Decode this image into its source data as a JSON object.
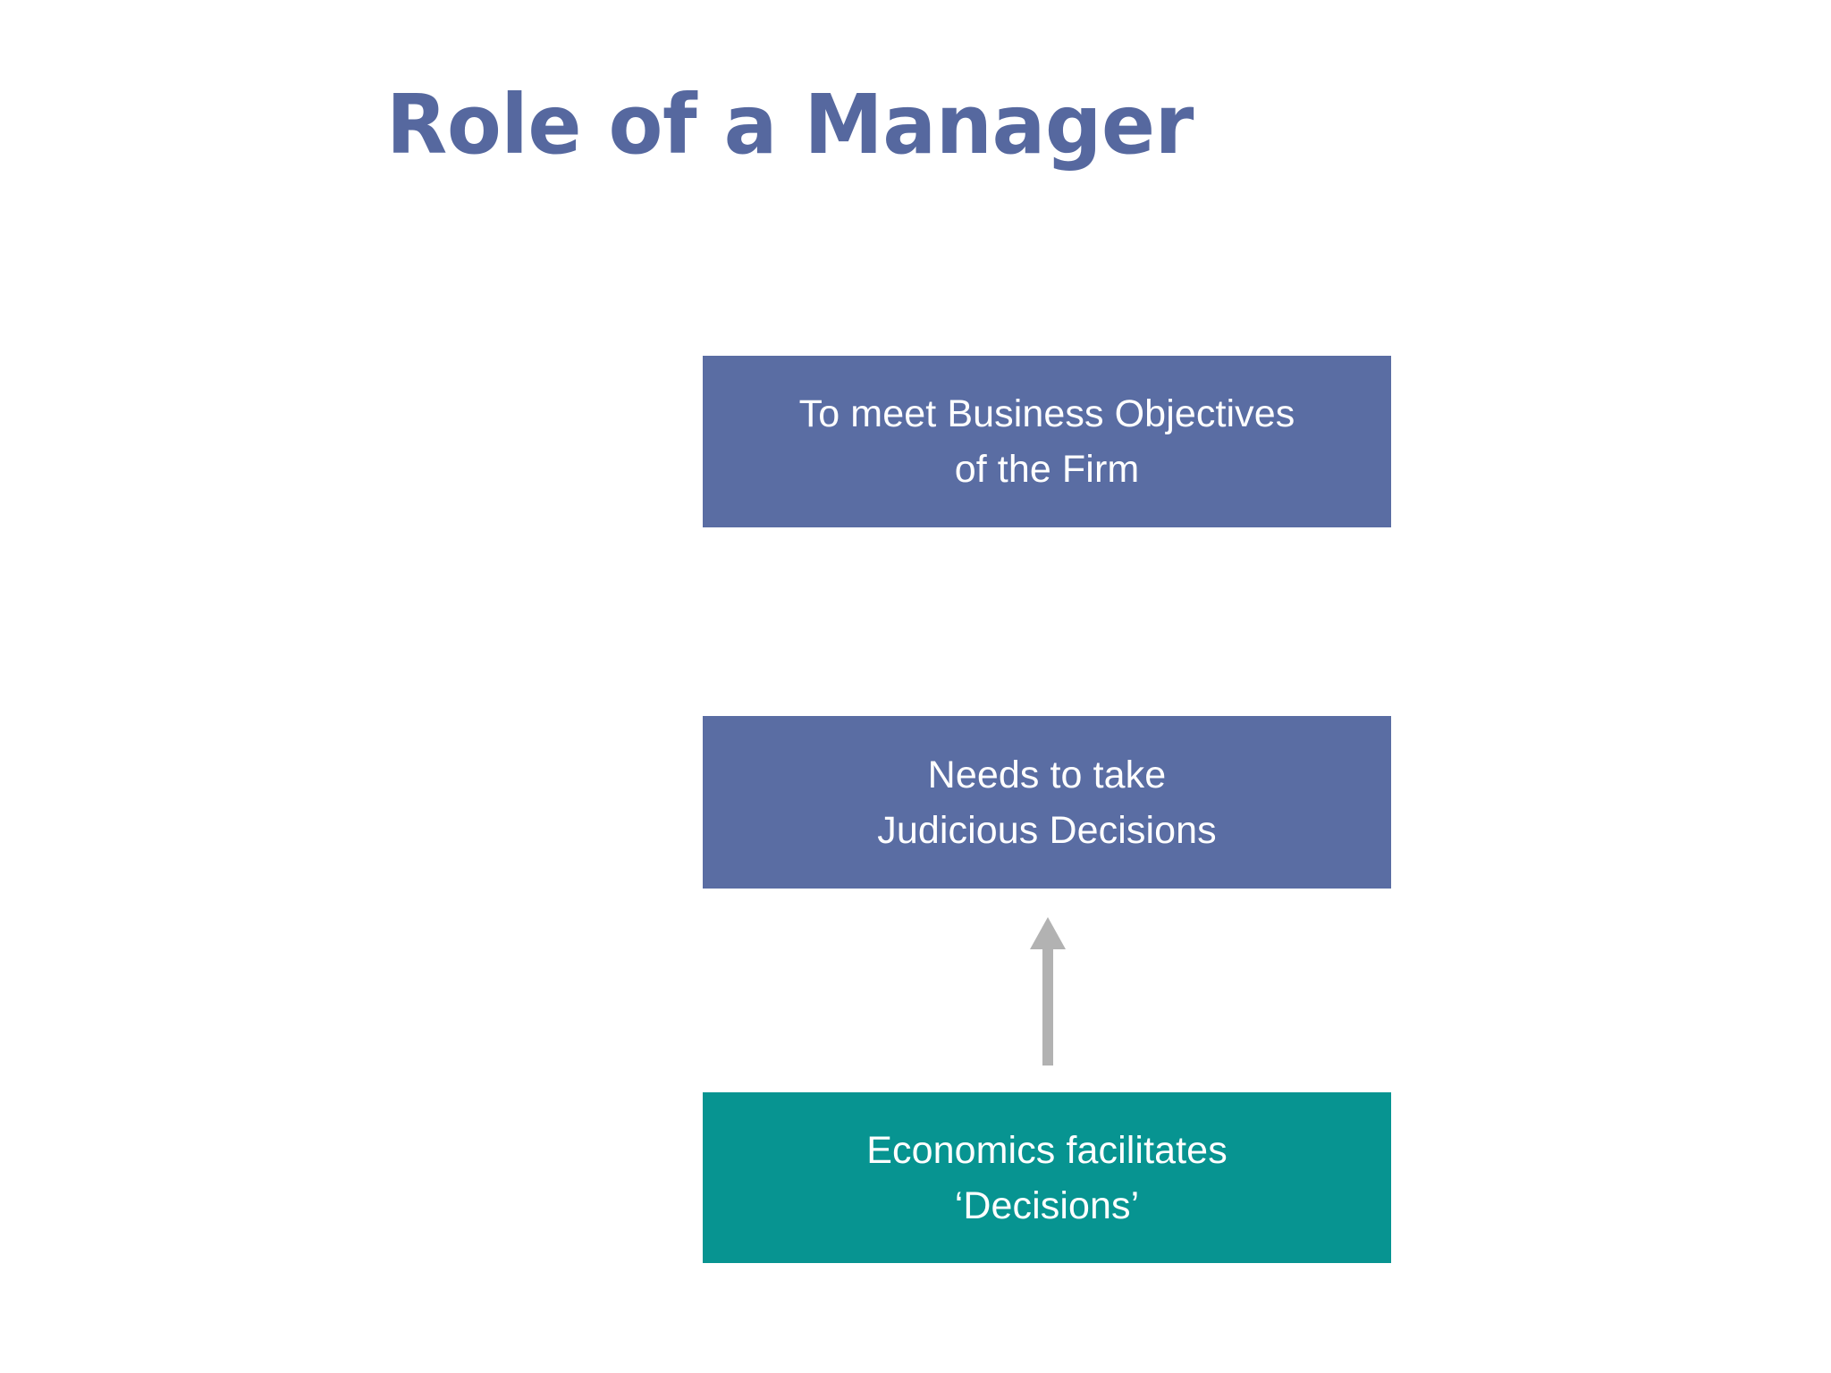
{
  "slide": {
    "title": "Role of a Manager",
    "background_color": "#ffffff"
  },
  "colors": {
    "title_blue": "#56689f",
    "box_blue": "#5a6da3",
    "box_teal": "#079491",
    "box_text": "#ffffff",
    "arrow_gray": "#b2b2b2"
  },
  "diagram": {
    "type": "flow",
    "direction": "bottom-to-top",
    "nodes": [
      {
        "id": "objectives",
        "text": "To meet Business Objectives\nof the Firm",
        "line1": "To meet Business Objectives",
        "line2": "of the Firm",
        "fill": "#5a6da3",
        "text_color": "#ffffff",
        "order": 3
      },
      {
        "id": "decisions",
        "text": "Needs to take\nJudicious Decisions",
        "line1": "Needs to take",
        "line2": "Judicious Decisions",
        "fill": "#5a6da3",
        "text_color": "#ffffff",
        "order": 2
      },
      {
        "id": "economics",
        "text": "Economics facilitates\n‘Decisions’",
        "line1": "Economics facilitates",
        "line2": "‘Decisions’",
        "fill": "#079491",
        "text_color": "#ffffff",
        "order": 1
      }
    ],
    "connectors": [
      {
        "id": "economics-to-decisions",
        "from": "economics",
        "to": "decisions",
        "shape": "up-arrow",
        "color": "#b2b2b2"
      }
    ]
  }
}
